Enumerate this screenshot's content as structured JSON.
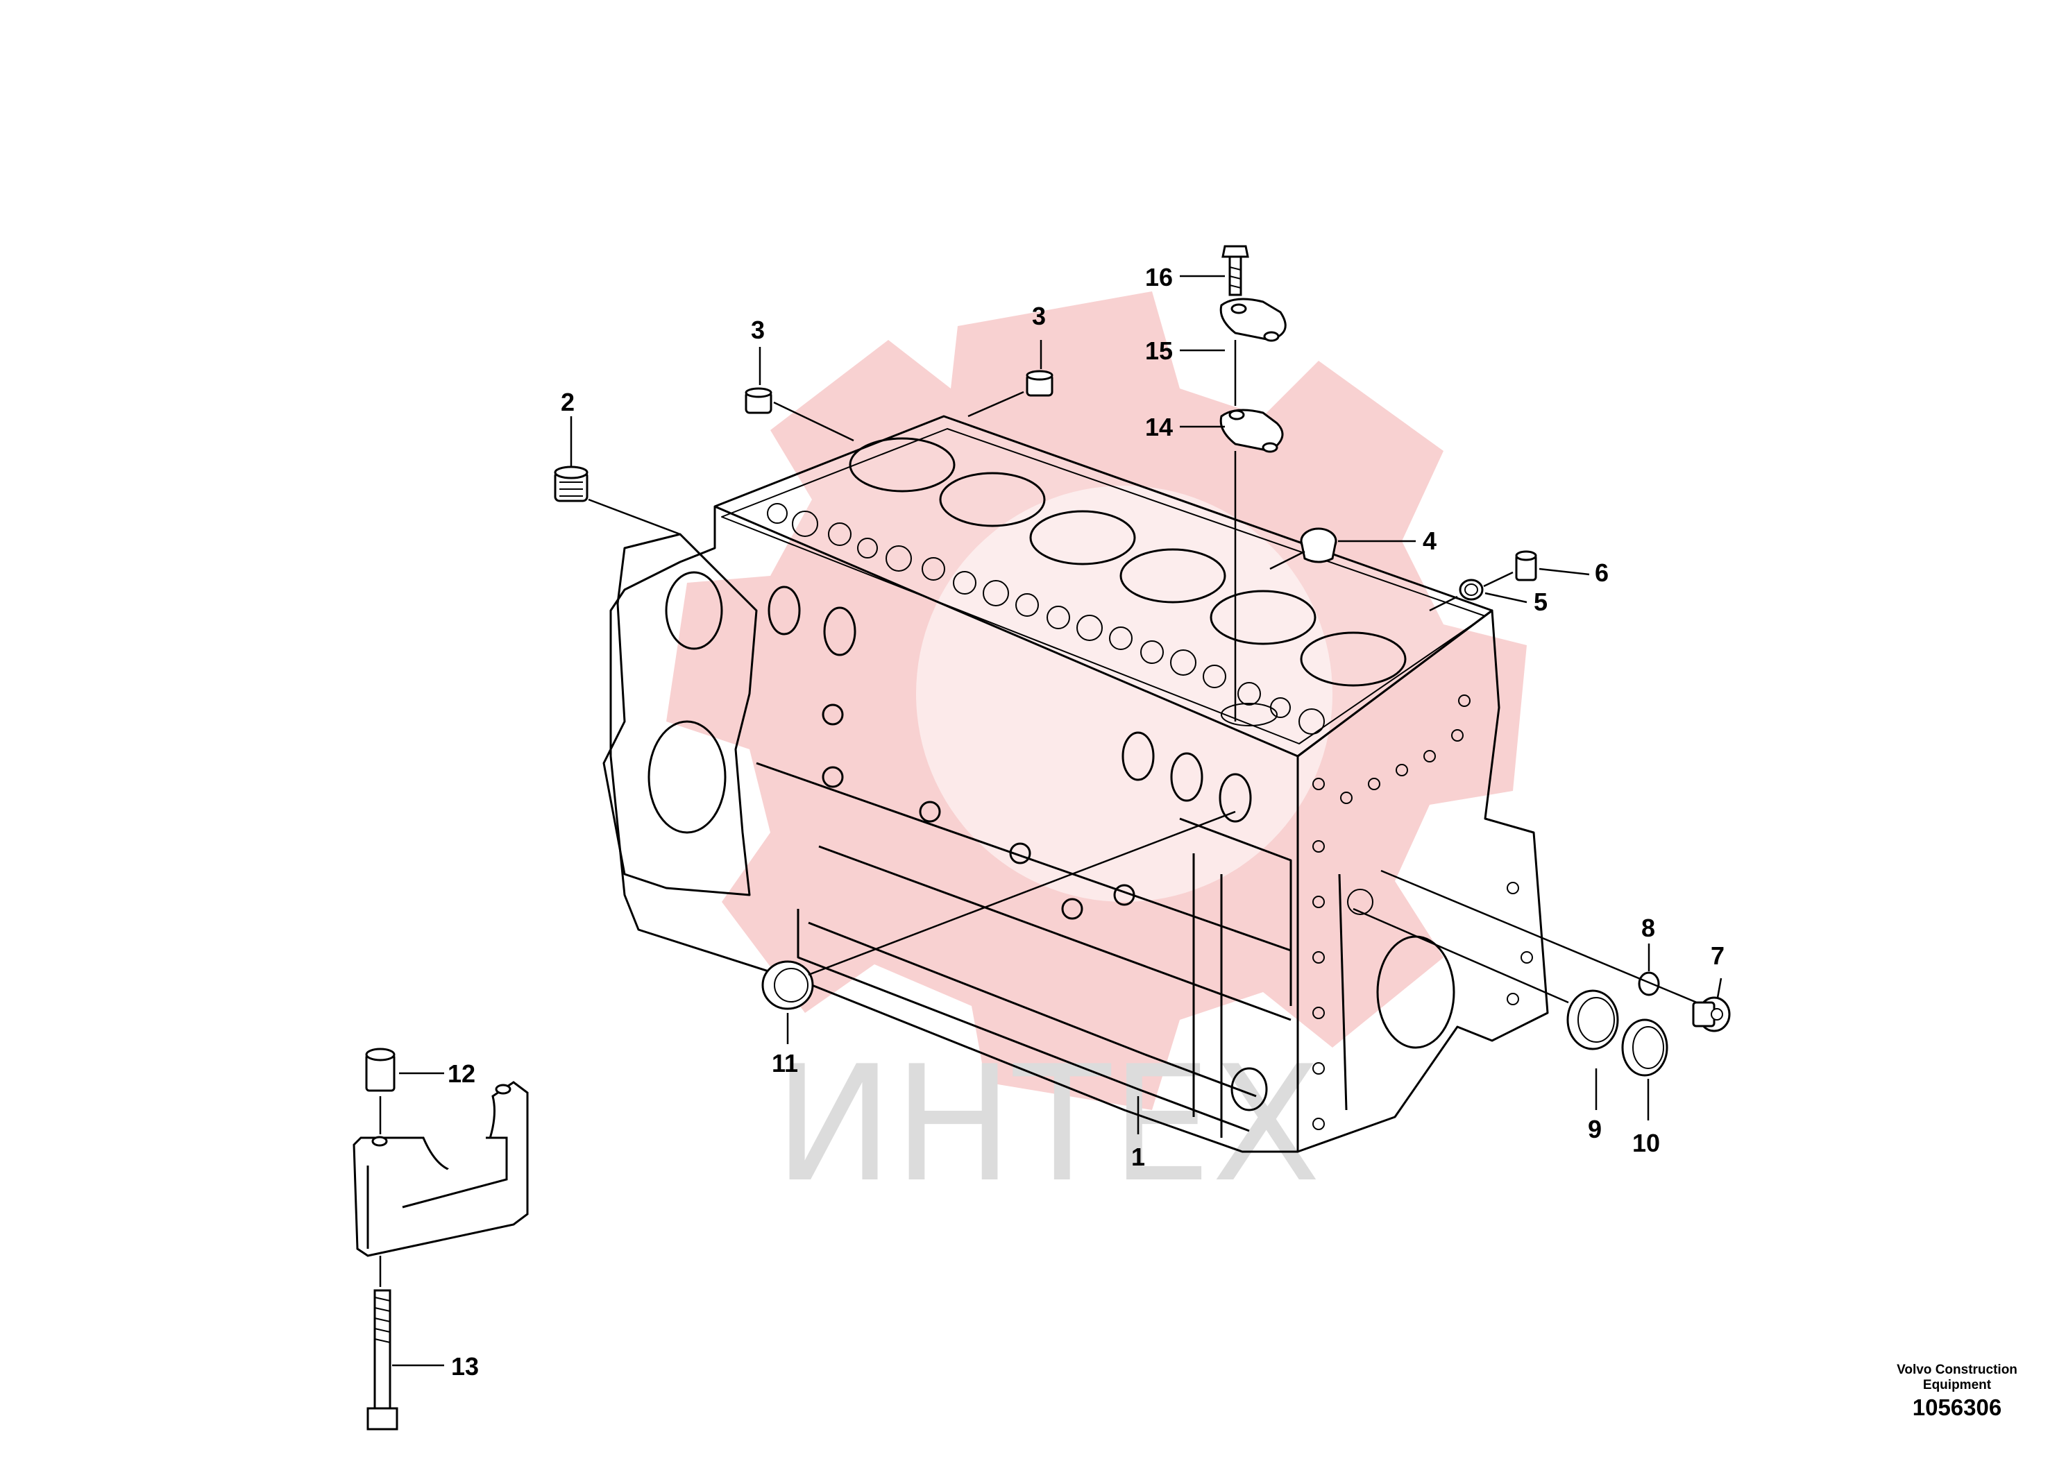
{
  "watermark": {
    "text": "ИНТЕХ",
    "color": "#f7c9c9"
  },
  "callouts": {
    "c1": "1",
    "c2": "2",
    "c3a": "3",
    "c3b": "3",
    "c4": "4",
    "c5": "5",
    "c6": "6",
    "c7": "7",
    "c8": "8",
    "c9": "9",
    "c10": "10",
    "c11": "11",
    "c12": "12",
    "c13": "13",
    "c14": "14",
    "c15": "15",
    "c16": "16"
  },
  "footer": {
    "manufacturer_line1": "Volvo Construction",
    "manufacturer_line2": "Equipment",
    "illustration_number": "1056306"
  }
}
